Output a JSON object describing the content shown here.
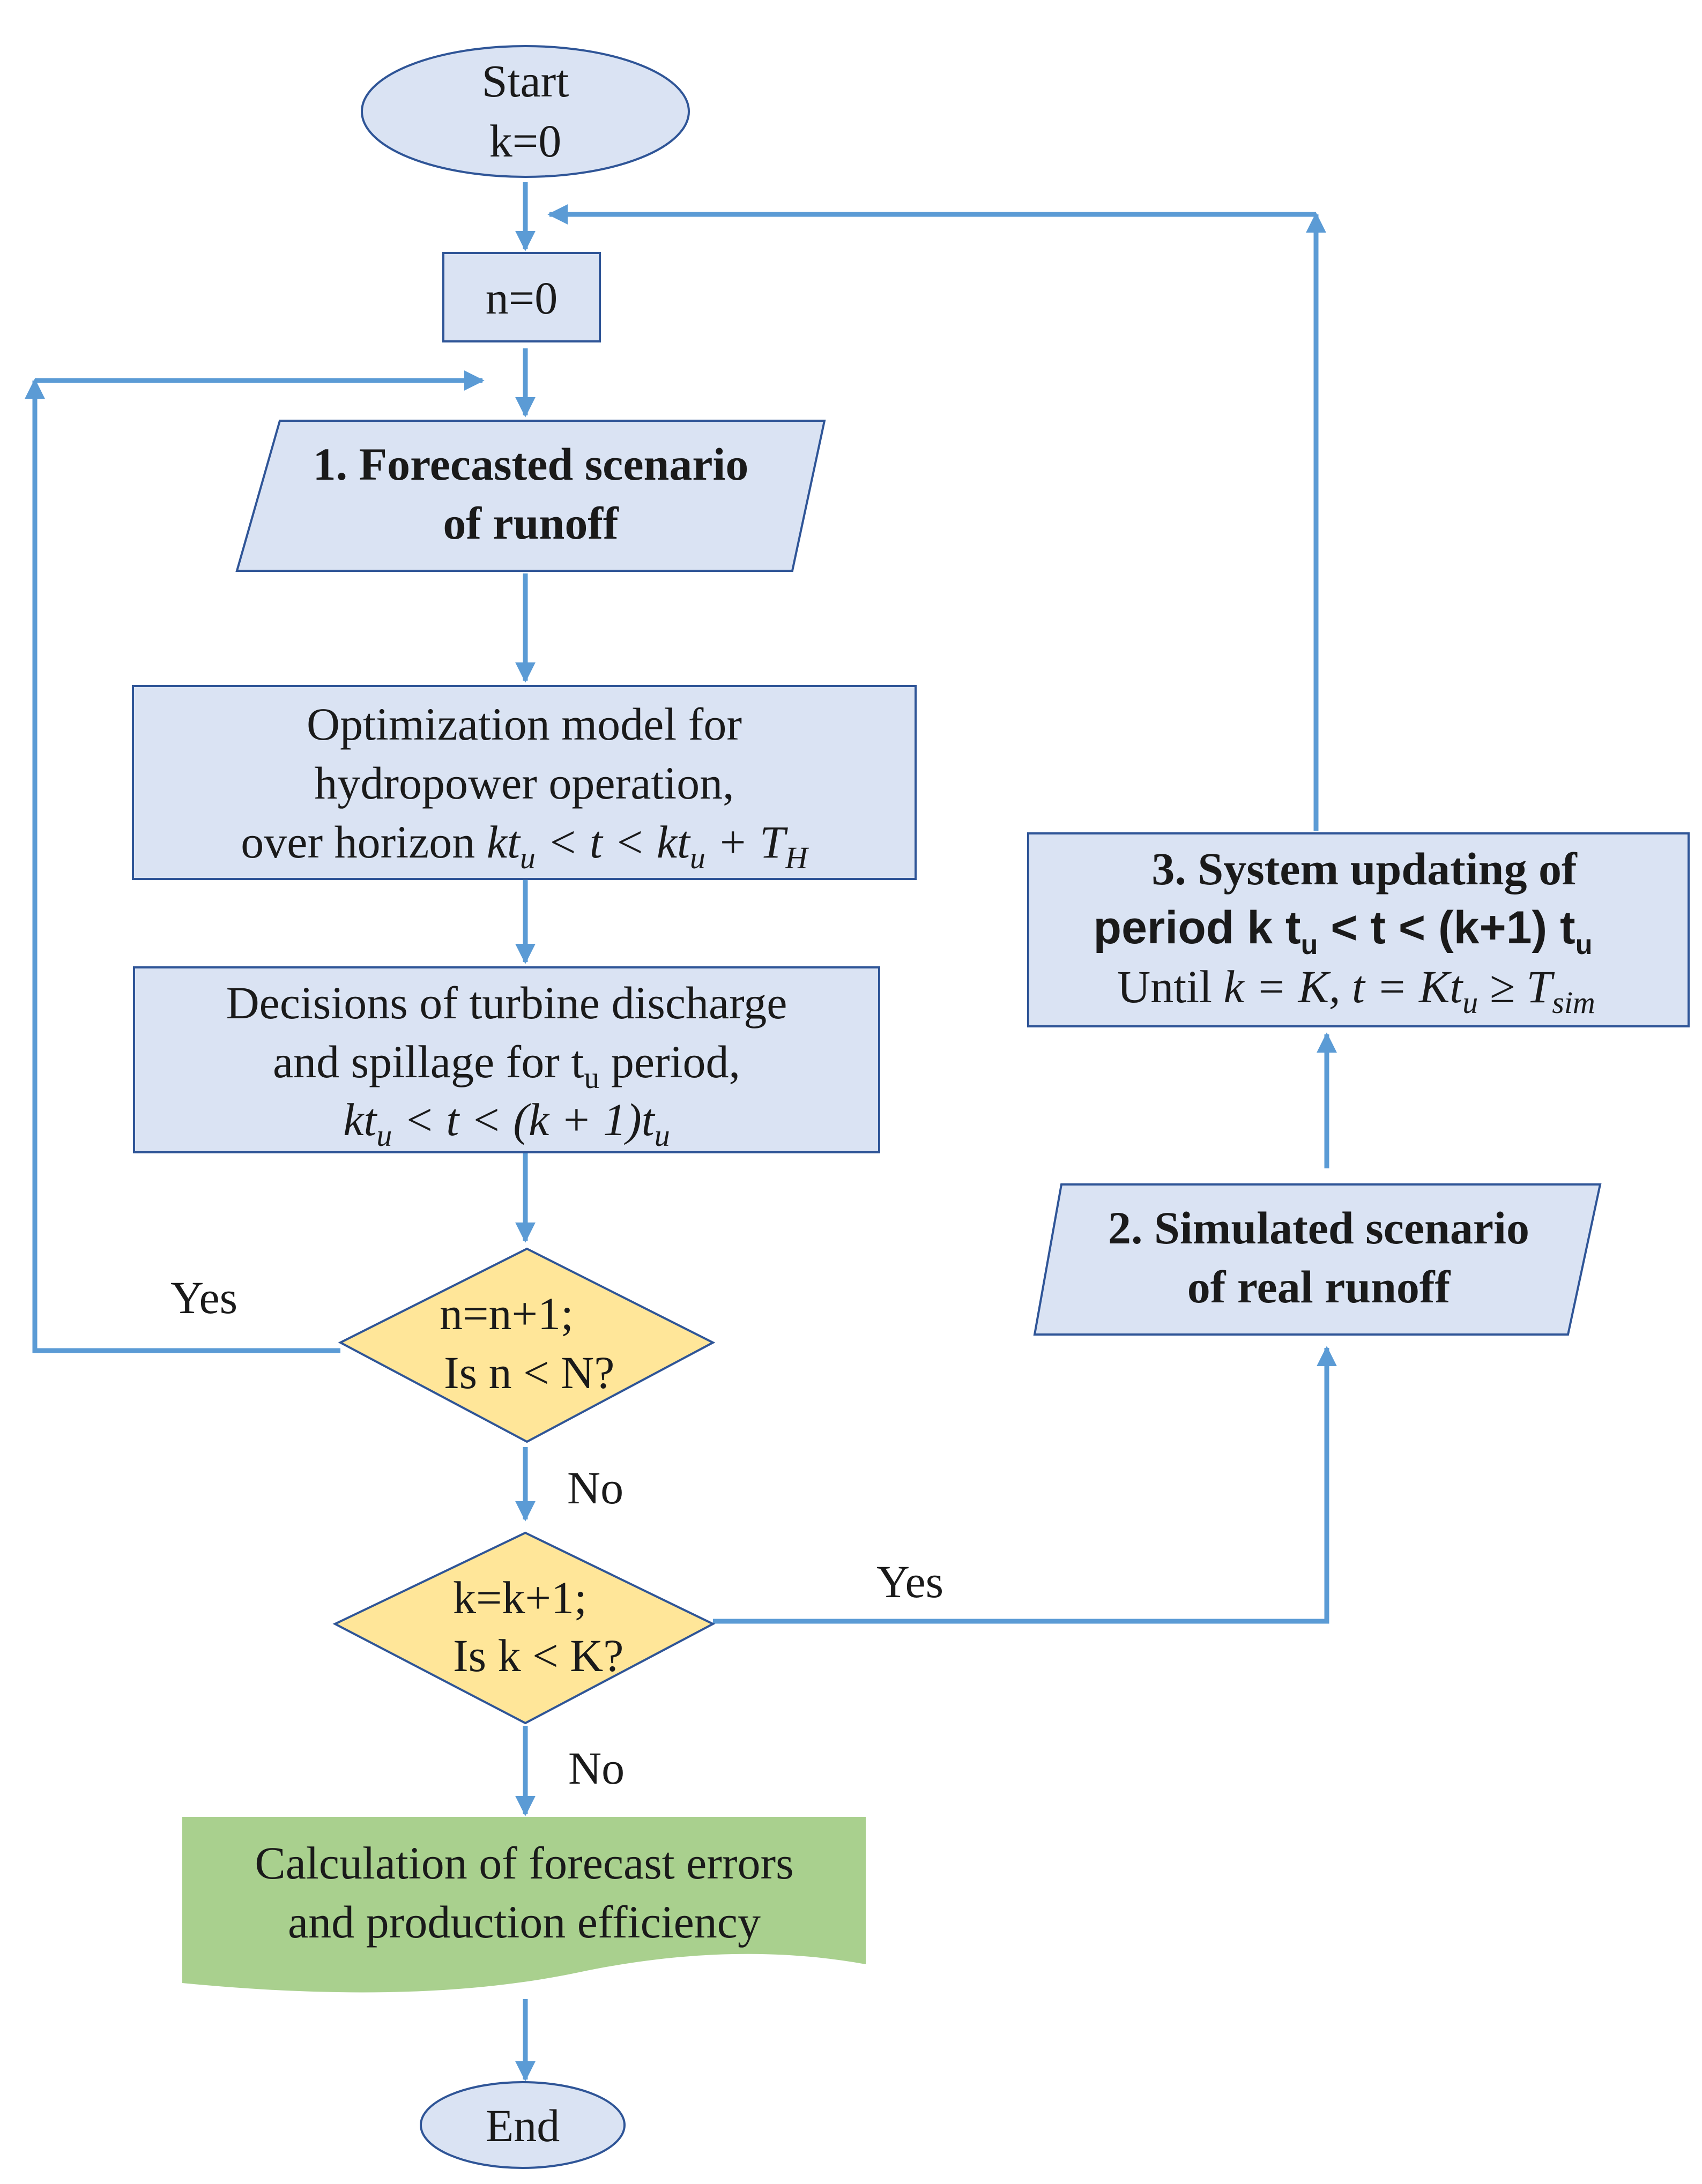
{
  "colors": {
    "box_fill": "#dae3f3",
    "box_stroke": "#2f5597",
    "decision_fill": "#ffe699",
    "decision_stroke": "#2f5597",
    "terminal_fill": "#a9d08e",
    "arrow": "#5b9bd5"
  },
  "nodes": {
    "start": {
      "line1": "Start",
      "line2": "k=0"
    },
    "n_init": {
      "text": "n=0"
    },
    "forecast": {
      "line1": "1. Forecasted scenario",
      "line2": "of  runoff"
    },
    "optimization": {
      "line1": "Optimization model for",
      "line2": "hydropower operation,",
      "line3_prefix": "over horizon ",
      "line3_math": "kt",
      "line3_sub1": "u",
      "line3_mid": " < t < kt",
      "line3_sub2": "u",
      "line3_end": " + T",
      "line3_sub3": "H"
    },
    "decisions": {
      "line1": "Decisions of turbine discharge",
      "line2_a": "and spillage  for t",
      "line2_sub": "u",
      "line2_b": " period,",
      "line3_a": "kt",
      "line3_sub1": "u",
      "line3_b": " < t < (k + 1)t",
      "line3_sub2": "u"
    },
    "decision_n": {
      "line1": "n=n+1;",
      "line2": "Is n < N?"
    },
    "decision_k": {
      "line1": "k=k+1;",
      "line2": "Is k < K?"
    },
    "calculation": {
      "line1": "Calculation of forecast errors",
      "line2": "and production efficiency"
    },
    "end": {
      "text": "End"
    },
    "simulated": {
      "line1": "2. Simulated scenario",
      "line2": "of real  runoff"
    },
    "updating": {
      "line1": "3. System updating of",
      "line2_a": "period k t",
      "line2_sub1": "u",
      "line2_b": " < t < (k+1) t",
      "line2_sub2": "u",
      "line3_a": "Until ",
      "line3_b": "k = K, t = Kt",
      "line3_sub1": "u",
      "line3_c": " ≥ T",
      "line3_sub2": "sim"
    }
  },
  "edge_labels": {
    "yes_n": "Yes",
    "no_n": "No",
    "yes_k": "Yes",
    "no_k": "No"
  }
}
